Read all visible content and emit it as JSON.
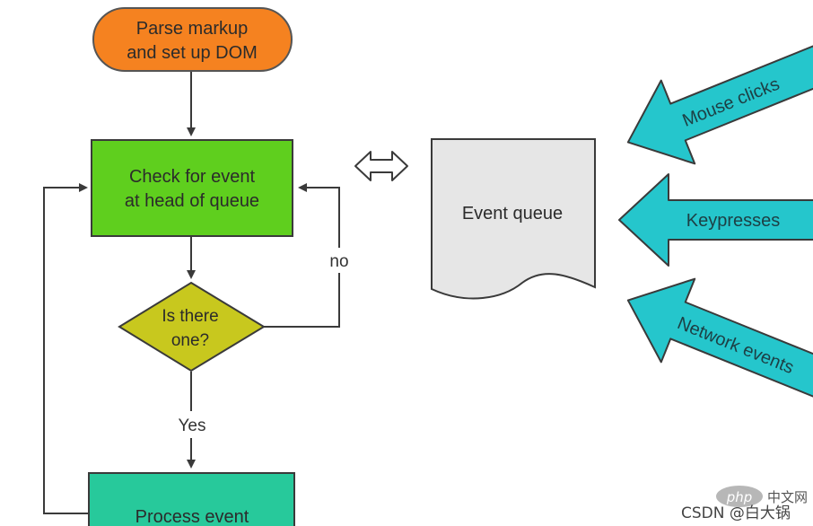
{
  "nodes": {
    "start": {
      "line1": "Parse markup",
      "line2": "and set up DOM",
      "color": "#f58220"
    },
    "check": {
      "line1": "Check for event",
      "line2": "at head of queue",
      "color": "#5fcf1e"
    },
    "decision": {
      "line1": "Is there",
      "line2": "one?",
      "color": "#c8c81e"
    },
    "process": {
      "label": "Process event",
      "color": "#27c99b"
    },
    "queue": {
      "label": "Event queue",
      "color": "#e6e6e6"
    }
  },
  "edges": {
    "no_label": "no",
    "yes_label": "Yes"
  },
  "inputs": {
    "mouse": "Mouse clicks",
    "keys": "Keypresses",
    "network": "Network events",
    "color": "#25c6cc"
  },
  "watermark": {
    "badge": "php",
    "cn": "中文网",
    "text": "CSDN @白大锅"
  }
}
